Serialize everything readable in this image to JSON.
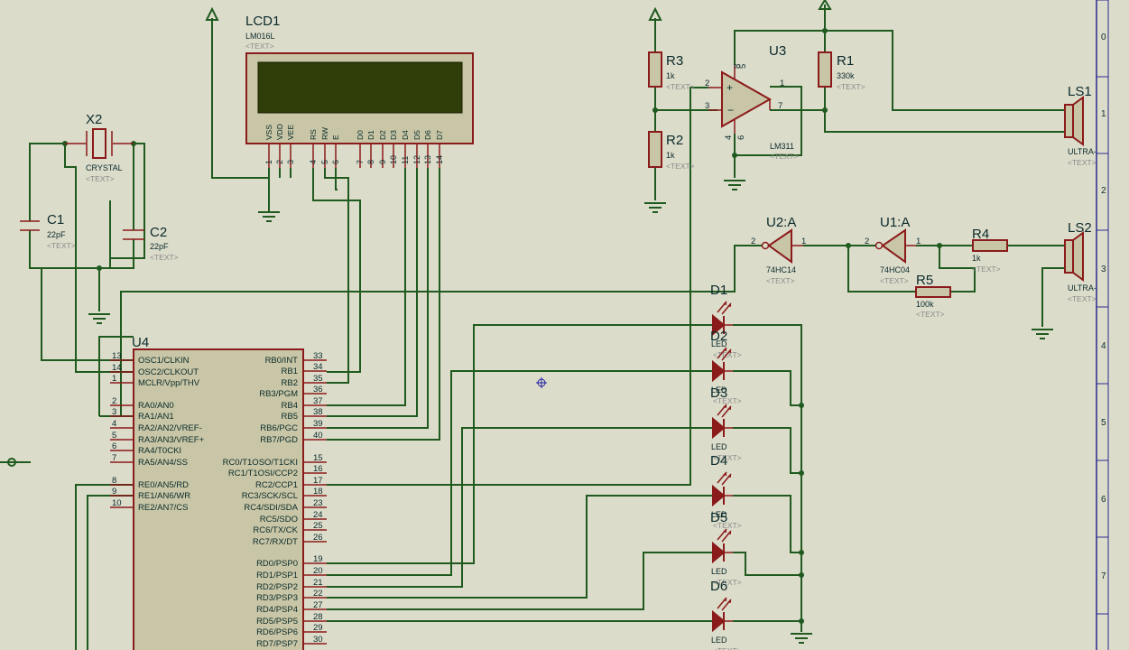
{
  "colors": {
    "background": "#dcdccb",
    "wire": "#1f5a1f",
    "component": "#8b1a1a",
    "fill": "#c8c6a6",
    "lcd_screen": "#2f3d08"
  },
  "text_placeholder": "<TEXT>",
  "lcd": {
    "ref": "LCD1",
    "value": "LM016L",
    "pin_names": [
      "VSS",
      "VDD",
      "VEE",
      "RS",
      "RW",
      "E",
      "D0",
      "D1",
      "D2",
      "D3",
      "D4",
      "D5",
      "D6",
      "D7"
    ],
    "pin_nums": [
      "1",
      "2",
      "3",
      "4",
      "5",
      "6",
      "7",
      "8",
      "9",
      "10",
      "11",
      "12",
      "13",
      "14"
    ]
  },
  "x2": {
    "ref": "X2",
    "value": "CRYSTAL"
  },
  "c1": {
    "ref": "C1",
    "value": "22pF"
  },
  "c2": {
    "ref": "C2",
    "value": "22pF"
  },
  "u4": {
    "ref": "U4",
    "left_pins": [
      {
        "num": "13",
        "name": "OSC1/CLKIN"
      },
      {
        "num": "14",
        "name": "OSC2/CLKOUT"
      },
      {
        "num": "1",
        "name": "MCLR/Vpp/THV"
      },
      {
        "num": "2",
        "name": "RA0/AN0"
      },
      {
        "num": "3",
        "name": "RA1/AN1"
      },
      {
        "num": "4",
        "name": "RA2/AN2/VREF-"
      },
      {
        "num": "5",
        "name": "RA3/AN3/VREF+"
      },
      {
        "num": "6",
        "name": "RA4/T0CKI"
      },
      {
        "num": "7",
        "name": "RA5/AN4/SS"
      },
      {
        "num": "8",
        "name": "RE0/AN5/RD"
      },
      {
        "num": "9",
        "name": "RE1/AN6/WR"
      },
      {
        "num": "10",
        "name": "RE2/AN7/CS"
      }
    ],
    "right_pins": [
      {
        "num": "33",
        "name": "RB0/INT"
      },
      {
        "num": "34",
        "name": "RB1"
      },
      {
        "num": "35",
        "name": "RB2"
      },
      {
        "num": "36",
        "name": "RB3/PGM"
      },
      {
        "num": "37",
        "name": "RB4"
      },
      {
        "num": "38",
        "name": "RB5"
      },
      {
        "num": "39",
        "name": "RB6/PGC"
      },
      {
        "num": "40",
        "name": "RB7/PGD"
      },
      {
        "num": "15",
        "name": "RC0/T1OSO/T1CKI"
      },
      {
        "num": "16",
        "name": "RC1/T1OSI/CCP2"
      },
      {
        "num": "17",
        "name": "RC2/CCP1"
      },
      {
        "num": "18",
        "name": "RC3/SCK/SCL"
      },
      {
        "num": "23",
        "name": "RC4/SDI/SDA"
      },
      {
        "num": "24",
        "name": "RC5/SDO"
      },
      {
        "num": "25",
        "name": "RC6/TX/CK"
      },
      {
        "num": "26",
        "name": "RC7/RX/DT"
      },
      {
        "num": "19",
        "name": "RD0/PSP0"
      },
      {
        "num": "20",
        "name": "RD1/PSP1"
      },
      {
        "num": "21",
        "name": "RD2/PSP2"
      },
      {
        "num": "22",
        "name": "RD3/PSP3"
      },
      {
        "num": "27",
        "name": "RD4/PSP4"
      },
      {
        "num": "28",
        "name": "RD5/PSP5"
      },
      {
        "num": "29",
        "name": "RD6/PSP6"
      },
      {
        "num": "30",
        "name": "RD7/PSP7"
      }
    ]
  },
  "r3": {
    "ref": "R3",
    "value": "1k"
  },
  "r2": {
    "ref": "R2",
    "value": "1k"
  },
  "r1": {
    "ref": "R1",
    "value": "330k"
  },
  "r4": {
    "ref": "R4",
    "value": "1k"
  },
  "r5": {
    "ref": "R5",
    "value": "100k"
  },
  "u3": {
    "ref": "U3",
    "value": "LM311",
    "pins": [
      "8",
      "5",
      "2",
      "3",
      "1",
      "7",
      "4",
      "6"
    ]
  },
  "u2": {
    "ref": "U2:A",
    "value": "74HC14",
    "pin_in": "2",
    "pin_out": "1"
  },
  "u1": {
    "ref": "U1:A",
    "value": "74HC04",
    "pin_in": "2",
    "pin_out": "1"
  },
  "ls1": {
    "ref": "LS1",
    "value": "ULTRA-TRAN"
  },
  "ls2": {
    "ref": "LS2",
    "value": "ULTRA-TRAN"
  },
  "leds": [
    {
      "ref": "D1",
      "value": "LED"
    },
    {
      "ref": "D2",
      "value": "LED"
    },
    {
      "ref": "D3",
      "value": "LED"
    },
    {
      "ref": "D4",
      "value": "LED"
    },
    {
      "ref": "D5",
      "value": "LED"
    },
    {
      "ref": "D6",
      "value": "LED"
    }
  ],
  "ruler": {
    "ticks": [
      "0",
      "1",
      "2",
      "3",
      "4",
      "5",
      "6",
      "7"
    ]
  }
}
